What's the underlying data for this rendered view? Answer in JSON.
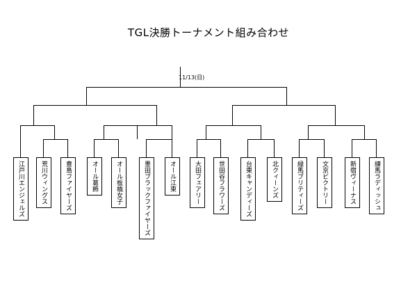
{
  "title": "TGL決勝トーナメント組み合わせ",
  "final_date": "11/13(日)",
  "teams": [
    "江戸川エンジェルズ",
    "荒川ウィングス",
    "豊島ファイヤーズ",
    "オール葛飾",
    "オール板橋女子",
    "墨田ブラックファイヤーズ",
    "オール江東",
    "大田フェアリー",
    "世田谷フラワーズ",
    "台東キャンディーズ",
    "北クィーンズ",
    "緑馬ブリティーズ",
    "文京ビクトリー",
    "新宿ヴィーナス",
    "練馬ラディッシュ"
  ]
}
